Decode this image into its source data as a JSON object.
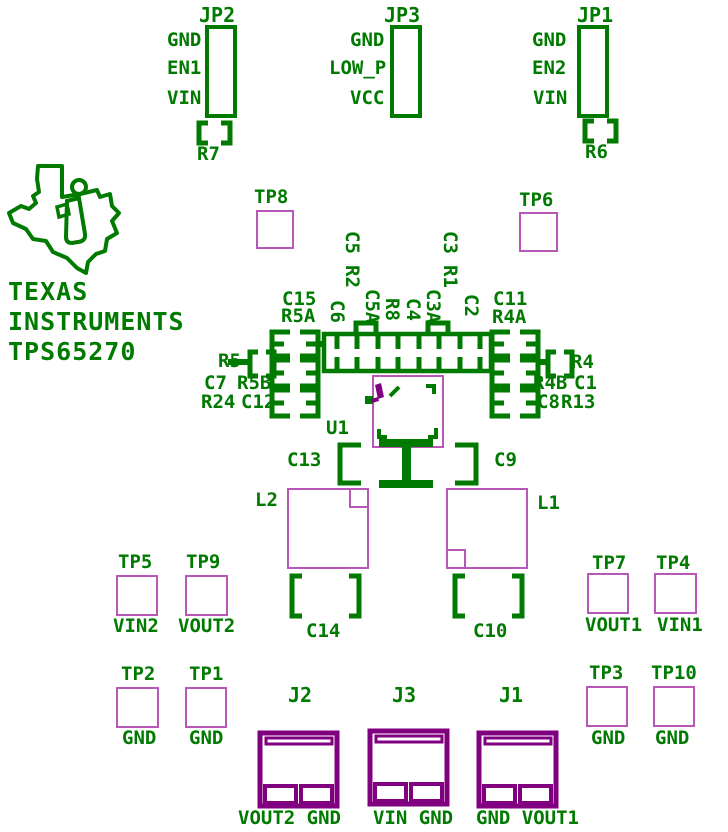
{
  "colors": {
    "green": "#007A00",
    "violet": "#B857B8",
    "purple": "#800080",
    "bg": "#FFFFFF"
  },
  "logo": {
    "line1": "TEXAS",
    "line2": "INSTRUMENTS",
    "line3": "TPS65270"
  },
  "jumpers": [
    {
      "ref": "JP2",
      "pins": [
        "GND",
        "EN1",
        "VIN"
      ],
      "resistor": "R7"
    },
    {
      "ref": "JP3",
      "pins": [
        "GND",
        "LOW_P",
        "VCC"
      ],
      "resistor": ""
    },
    {
      "ref": "JP1",
      "pins": [
        "GND",
        "EN2",
        "VIN"
      ],
      "resistor": "R6"
    }
  ],
  "testpoints": {
    "tp8": {
      "ref": "TP8",
      "net": ""
    },
    "tp6": {
      "ref": "TP6",
      "net": ""
    },
    "tp5": {
      "ref": "TP5",
      "net": "VIN2"
    },
    "tp9": {
      "ref": "TP9",
      "net": "VOUT2"
    },
    "tp7": {
      "ref": "TP7",
      "net": "VOUT1"
    },
    "tp4": {
      "ref": "TP4",
      "net": "VIN1"
    },
    "tp2": {
      "ref": "TP2",
      "net": "GND"
    },
    "tp1": {
      "ref": "TP1",
      "net": "GND"
    },
    "tp3": {
      "ref": "TP3",
      "net": "GND"
    },
    "tp10": {
      "ref": "TP10",
      "net": "GND"
    }
  },
  "parts": {
    "c15": "C15",
    "r5a": "R5A",
    "c11": "C11",
    "r4a": "R4A",
    "c5": "C5",
    "r2": "R2",
    "c3": "C3",
    "r1": "R1",
    "c6": "C6",
    "c5a": "C5A",
    "r8": "R8",
    "c4": "C4",
    "c3a": "C3A",
    "c2": "C2",
    "r5": "R5",
    "r4": "R4",
    "c7": "C7",
    "r5b": "R5B",
    "r24": "R24",
    "c12": "C12",
    "r4b": "R4B",
    "c1": "C1",
    "c8": "C8",
    "r13": "R13",
    "u1": "U1",
    "c13": "C13",
    "c9": "C9",
    "l2": "L2",
    "l1": "L1",
    "c14": "C14",
    "c10": "C10"
  },
  "connectors": {
    "j2": {
      "ref": "J2",
      "nets": "VOUT2 GND"
    },
    "j3": {
      "ref": "J3",
      "nets": "VIN GND"
    },
    "j1": {
      "ref": "J1",
      "nets": "GND VOUT1"
    }
  }
}
